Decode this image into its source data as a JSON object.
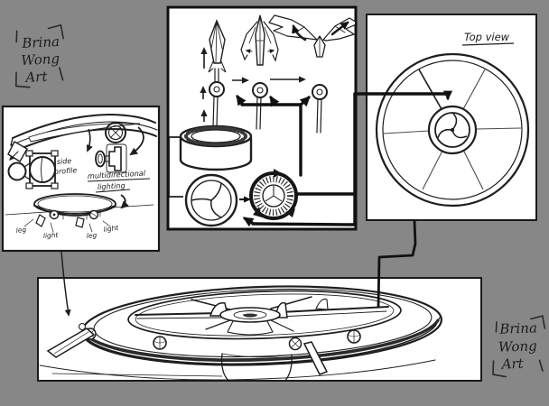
{
  "artwork": {
    "artist": "Brina Wong Art",
    "colors": {
      "background": "#878787",
      "ink": "#1e1e1e",
      "paper": "#ffffff"
    }
  },
  "signatures": {
    "top_left": {
      "line1": "Brina",
      "line2": "Wong",
      "line3": "Art"
    },
    "bottom_right": {
      "line1": "Brina",
      "line2": "Wong",
      "line3": "Art"
    }
  },
  "panels": {
    "side_profile_panel": {
      "labels": {
        "side": "side",
        "profile": "profile",
        "multidirectional": "multidirectional",
        "lighting": "lighting",
        "leg_left": "leg",
        "light_left": "light",
        "leg_right": "leg",
        "light_right": "light"
      }
    },
    "top_view_panel": {
      "label": "Top view"
    }
  }
}
